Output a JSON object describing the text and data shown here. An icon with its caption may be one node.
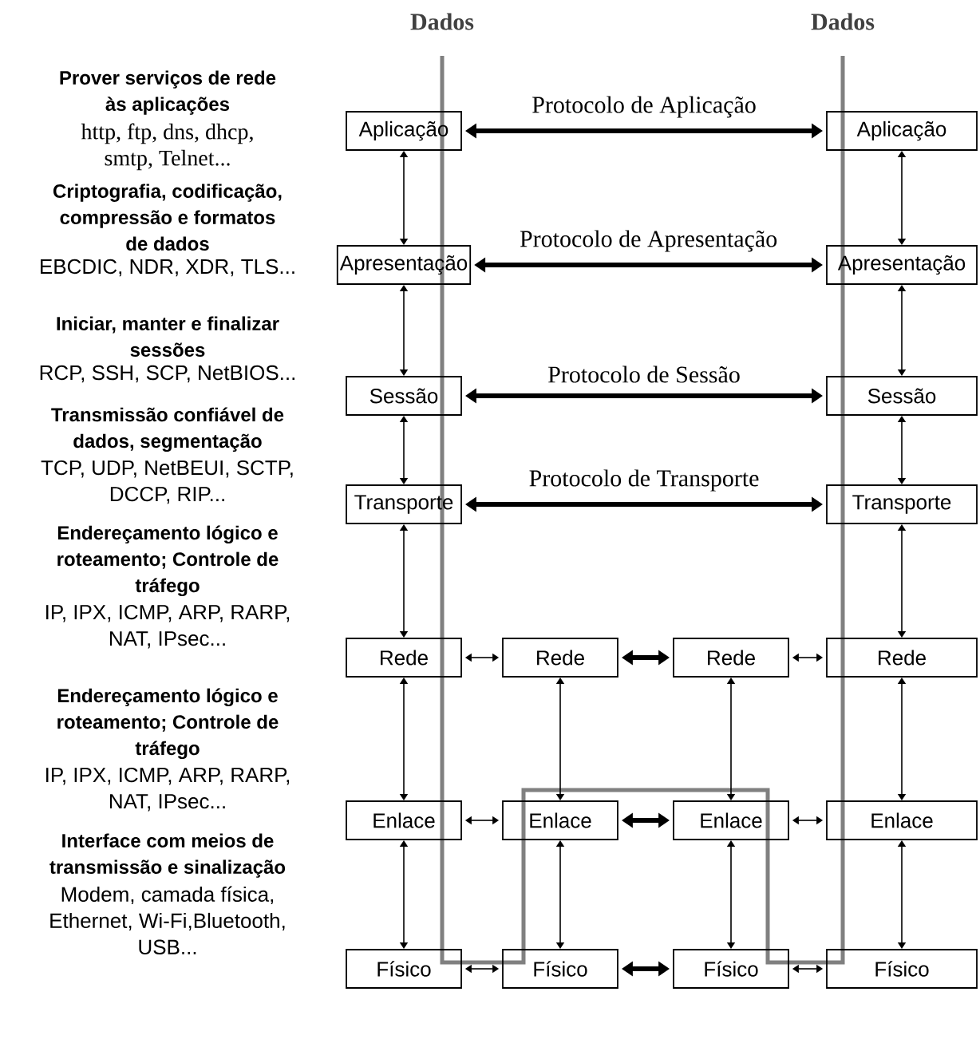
{
  "diagram": {
    "nodes": [
      {
        "text": [
          "Aplicação"
        ]
      },
      {
        "text": [
          "Aplicação"
        ]
      },
      {
        "text": [
          "Apresentação"
        ]
      },
      {
        "text": [
          "Apresentação"
        ]
      },
      {
        "text": [
          "Sessão"
        ]
      },
      {
        "text": [
          "Sessão"
        ]
      },
      {
        "text": [
          "Transporte"
        ]
      },
      {
        "text": [
          "Transporte"
        ]
      },
      {
        "text": [
          "Rede"
        ]
      },
      {
        "text": [
          "Rede"
        ]
      },
      {
        "text": [
          "Rede"
        ]
      },
      {
        "text": [
          "Rede"
        ]
      },
      {
        "text": [
          "Enlace"
        ]
      },
      {
        "text": [
          "Enlace"
        ]
      },
      {
        "text": [
          "Enlace"
        ]
      },
      {
        "text": [
          "Enlace"
        ]
      },
      {
        "text": [
          "Físico"
        ]
      },
      {
        "text": [
          "Físico"
        ]
      },
      {
        "text": [
          "Físico"
        ]
      },
      {
        "text": [
          "Físico"
        ]
      }
    ],
    "edges": [
      {
        "from": 0,
        "to": 1,
        "arrow": "both",
        "style": "thick",
        "label": "Protocolo de Aplicação"
      },
      {
        "from": 2,
        "to": 3,
        "arrow": "both",
        "style": "thick",
        "label": "Protocolo de Apresentação"
      },
      {
        "from": 4,
        "to": 5,
        "arrow": "both",
        "style": "thick",
        "label": "Protocolo de Sessão"
      },
      {
        "from": 6,
        "to": 7,
        "arrow": "both",
        "style": "thick",
        "label": "Protocolo de Transporte"
      },
      {
        "from": 8,
        "to": 9,
        "arrow": "both"
      },
      {
        "from": 9,
        "to": 10,
        "arrow": "both",
        "style": "thick"
      },
      {
        "from": 10,
        "to": 11,
        "arrow": "both"
      },
      {
        "from": 12,
        "to": 13,
        "arrow": "both"
      },
      {
        "from": 13,
        "to": 14,
        "arrow": "both",
        "style": "thick"
      },
      {
        "from": 14,
        "to": 15,
        "arrow": "both"
      },
      {
        "from": 16,
        "to": 17,
        "arrow": "both"
      },
      {
        "from": 17,
        "to": 18,
        "arrow": "both",
        "style": "thick"
      },
      {
        "from": 18,
        "to": 19,
        "arrow": "both"
      },
      {
        "from": 0,
        "to": 2,
        "arrow": "both"
      },
      {
        "from": 2,
        "to": 4,
        "arrow": "both"
      },
      {
        "from": 4,
        "to": 6,
        "arrow": "both"
      },
      {
        "from": 6,
        "to": 8,
        "arrow": "both"
      },
      {
        "from": 8,
        "to": 12,
        "arrow": "both"
      },
      {
        "from": 12,
        "to": 16,
        "arrow": "both"
      },
      {
        "from": 1,
        "to": 3,
        "arrow": "both"
      },
      {
        "from": 3,
        "to": 5,
        "arrow": "both"
      },
      {
        "from": 5,
        "to": 7,
        "arrow": "both"
      },
      {
        "from": 7,
        "to": 11,
        "arrow": "both"
      },
      {
        "from": 11,
        "to": 15,
        "arrow": "both"
      },
      {
        "from": 15,
        "to": 19,
        "arrow": "both"
      },
      {
        "from": 9,
        "to": 13,
        "arrow": "both"
      },
      {
        "from": 13,
        "to": 17,
        "arrow": "both"
      },
      {
        "from": 10,
        "to": 14,
        "arrow": "both"
      },
      {
        "from": 14,
        "to": 18,
        "arrow": "both"
      }
    ],
    "labels": [
      "Dados",
      "Dados",
      "Prover serviços de rede às aplicações",
      "http, ftp, dns, dhcp, smtp, Telnet...",
      "Criptografia, codificação, compressão e formatos de dados",
      "EBCDIC, NDR, XDR, TLS...",
      "Iniciar, manter e finalizar sessões",
      "RCP, SSH, SCP, NetBIOS...",
      "Transmissão confiável de dados, segmentação",
      "TCP, UDP, NetBEUI, SCTP, DCCP, RIP...",
      "Endereçamento lógico e roteamento; Controle de tráfego",
      "IP, IPX, ICMP, ARP, RARP, NAT, IPsec...",
      "Endereçamento lógico e roteamento; Controle de tráfego",
      "IP, IPX, ICMP, ARP, RARP, NAT, IPsec...",
      "Interface com meios de transmissão e sinalização",
      "Modem, camada física, Ethernet, Wi-Fi,Bluetooth, USB..."
    ]
  }
}
